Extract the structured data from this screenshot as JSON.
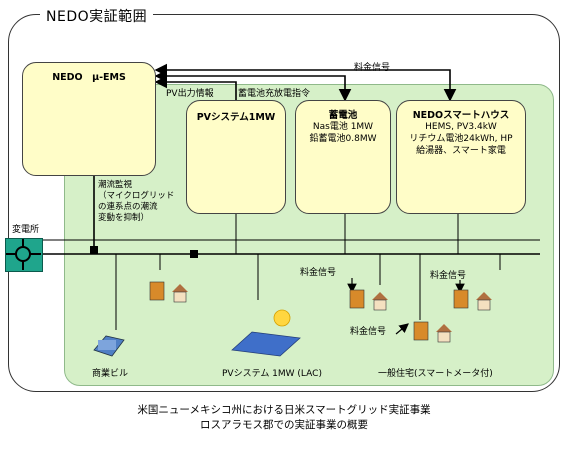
{
  "scope": {
    "title": "NEDO実証範囲"
  },
  "ems": {
    "title": "NEDO　μ-EMS"
  },
  "pv_system": {
    "title": "PVシステム1MW"
  },
  "battery": {
    "title": "蓄電池",
    "lines": [
      "Nas電池 1MW",
      "鉛蓄電池0.8MW"
    ]
  },
  "smart_house": {
    "title": "NEDOスマートハウス",
    "lines": [
      "HEMS, PV3.4kW",
      "リチウム電池24kWh, HP",
      "給湯器、スマート家電"
    ]
  },
  "signals": {
    "pv_output": "PV出力情報",
    "battery_command": "蓄電池充放電指令",
    "price_top": "料金信号",
    "price_1": "料金信号",
    "price_2": "料金信号",
    "price_3": "料金信号"
  },
  "flow_monitor": {
    "lines": [
      "潮流監視",
      "（マイクログリッド",
      "の連系点の潮流",
      "変動を抑制）"
    ]
  },
  "substation": {
    "label": "変電所"
  },
  "bottom_labels": {
    "commercial": "商業ビル",
    "pv_lac": "PVシステム 1MW (LAC)",
    "residential": "一般住宅(スマートメータ付)"
  },
  "caption": {
    "line1": "米国ニューメキシコ州における日米スマートグリッド実証事業",
    "line2": "ロスアラモス郡での実証事業の概要"
  },
  "colors": {
    "green_area": "#d6f0c8",
    "box_fill": "#fffdc8",
    "substation": "#1fa58c"
  }
}
